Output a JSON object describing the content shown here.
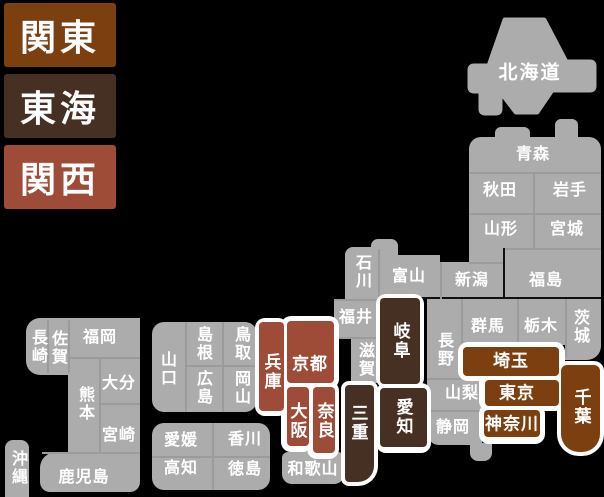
{
  "colors": {
    "background": "#000000",
    "tile_gray": "#ACACAC",
    "kanto": "#7B3F10",
    "tokai": "#463023",
    "kansai": "#9E4B38",
    "label": "#FFFFFF",
    "outline": "#FFFFFF"
  },
  "legend": {
    "items": [
      {
        "id": "kanto",
        "label": "関東"
      },
      {
        "id": "tokai",
        "label": "東海"
      },
      {
        "id": "kansai",
        "label": "関西"
      }
    ]
  },
  "prefs": {
    "hokkaido": {
      "name": "北海道"
    },
    "aomori": {
      "name": "青森"
    },
    "akita": {
      "name": "秋田"
    },
    "iwate": {
      "name": "岩手"
    },
    "yamagata": {
      "name": "山形"
    },
    "miyagi": {
      "name": "宮城"
    },
    "niigata": {
      "name": "新潟"
    },
    "fukushima": {
      "name": "福島"
    },
    "ishikawa": {
      "name": "石川"
    },
    "toyama": {
      "name": "富山"
    },
    "fukui": {
      "name": "福井"
    },
    "shiga": {
      "name": "滋賀"
    },
    "nagano": {
      "name": "長野"
    },
    "gunma": {
      "name": "群馬"
    },
    "tochigi": {
      "name": "栃木"
    },
    "ibaraki": {
      "name": "茨城"
    },
    "saitama": {
      "name": "埼玉",
      "region": "関東"
    },
    "tokyo": {
      "name": "東京",
      "region": "関東"
    },
    "kanagawa": {
      "name": "神奈川",
      "region": "関東"
    },
    "chiba": {
      "name": "千葉",
      "region": "関東"
    },
    "yamanashi": {
      "name": "山梨"
    },
    "shizuoka": {
      "name": "静岡"
    },
    "gifu": {
      "name": "岐阜",
      "region": "東海"
    },
    "aichi": {
      "name": "愛知",
      "region": "東海"
    },
    "mie": {
      "name": "三重",
      "region": "東海"
    },
    "kyoto": {
      "name": "京都",
      "region": "関西"
    },
    "osaka": {
      "name": "大阪",
      "region": "関西"
    },
    "nara": {
      "name": "奈良",
      "region": "関西"
    },
    "hyogo": {
      "name": "兵庫",
      "region": "関西"
    },
    "wakayama": {
      "name": "和歌山"
    },
    "tottori": {
      "name": "鳥取"
    },
    "okayama": {
      "name": "岡山"
    },
    "shimane": {
      "name": "島根"
    },
    "hiroshima": {
      "name": "広島"
    },
    "yamaguchi": {
      "name": "山口"
    },
    "kagawa": {
      "name": "香川"
    },
    "tokushima": {
      "name": "徳島"
    },
    "ehime": {
      "name": "愛媛"
    },
    "kochi": {
      "name": "高知"
    },
    "fukuoka": {
      "name": "福岡"
    },
    "saga": {
      "name": "佐賀"
    },
    "nagasaki": {
      "name": "長崎"
    },
    "oita": {
      "name": "大分"
    },
    "kumamoto": {
      "name": "熊本"
    },
    "miyazaki": {
      "name": "宮崎"
    },
    "kagoshima": {
      "name": "鹿児島"
    },
    "okinawa": {
      "name": "沖縄"
    }
  }
}
